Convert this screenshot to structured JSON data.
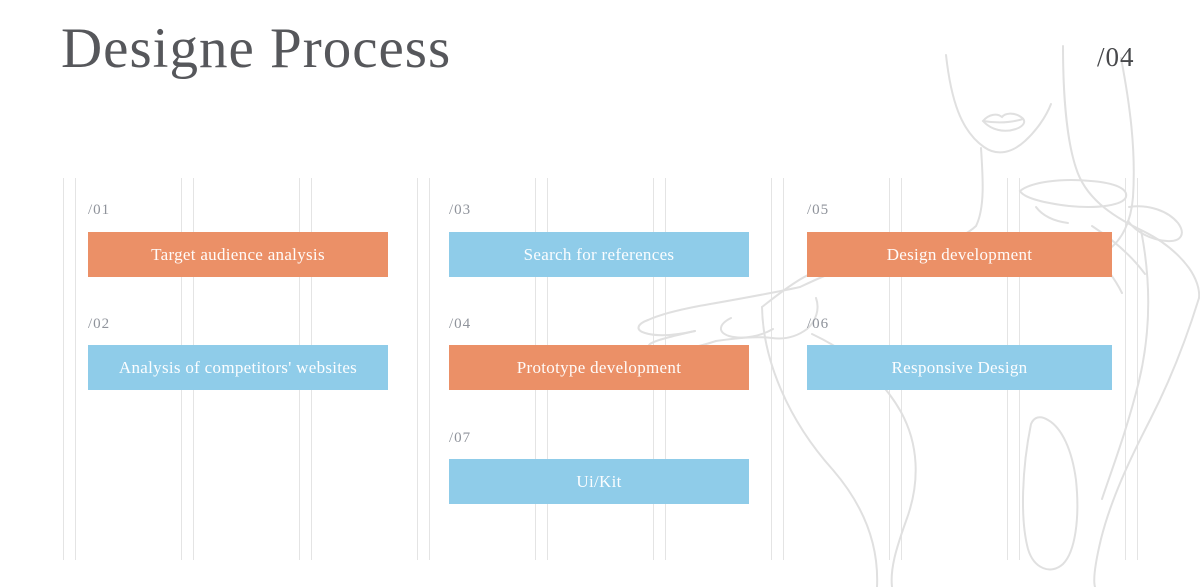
{
  "page": {
    "title": "Designe Process",
    "page_number": "/04"
  },
  "colors": {
    "orange": "#EB9067",
    "blue": "#8FCCE9",
    "title_text": "#56575B",
    "step_number_text": "#8F939B",
    "bar_text": "#FFFFFF",
    "grid_line": "#E4E4E4",
    "line_art": "#E0E0E0"
  },
  "process": {
    "columns": [
      {
        "items": [
          {
            "number": "/01",
            "label": "Target audience analysis",
            "color": "orange"
          },
          {
            "number": "/02",
            "label": "Analysis of competitors' websites",
            "color": "blue"
          }
        ]
      },
      {
        "items": [
          {
            "number": "/03",
            "label": "Search for references",
            "color": "blue"
          },
          {
            "number": "/04",
            "label": "Prototype development",
            "color": "orange"
          },
          {
            "number": "/07",
            "label": "Ui/Kit",
            "color": "blue"
          }
        ]
      },
      {
        "items": [
          {
            "number": "/05",
            "label": "Design development",
            "color": "orange"
          },
          {
            "number": "/06",
            "label": "Responsive Design",
            "color": "blue"
          }
        ]
      }
    ]
  }
}
